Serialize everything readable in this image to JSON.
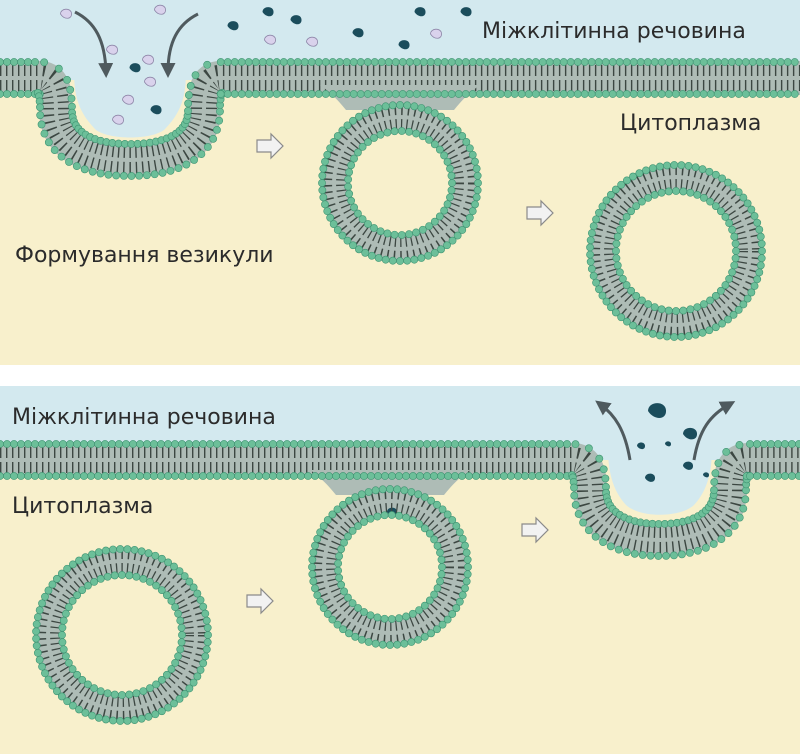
{
  "panels": {
    "endocytosis": {
      "label_extracellular": "Міжклітинна речовина",
      "label_cytoplasm": "Цитоплазма",
      "label_process": "Формування везикули"
    },
    "exocytosis": {
      "label_extracellular": "Міжклітинна речовина",
      "label_cytoplasm": "Цитоплазма"
    }
  },
  "colors": {
    "extracellular": "#d3e9ef",
    "cytoplasm": "#f8f0cc",
    "membrane_core": "#aebcb6",
    "lipid_head": "#6cbf99",
    "lipid_head_stroke": "#3f9472",
    "lipid_tail": "#3c4742",
    "particle_dark": "#1b4d5c",
    "particle_light": "#d9d2ec",
    "arrow": "#4f5a5e"
  },
  "icons": [
    "curved-arrow-icon",
    "step-arrow-icon"
  ]
}
